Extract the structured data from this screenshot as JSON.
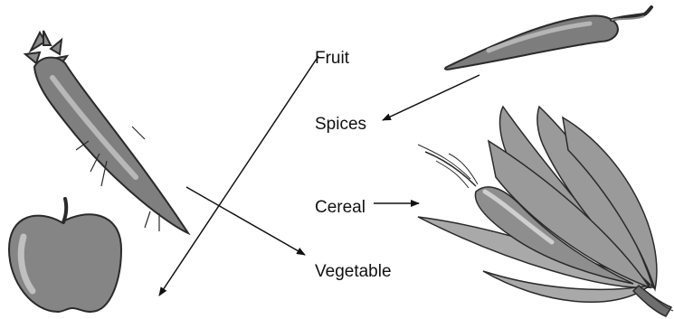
{
  "labels": {
    "fruit": "Fruit",
    "spices": "Spices",
    "cereal": "Cereal",
    "vegetable": "Vegetable"
  },
  "pictures": [
    "carrot",
    "apple",
    "chilli",
    "corn"
  ],
  "colors": {
    "line": "#111111",
    "fill_dark": "#7a7a7a",
    "fill_mid": "#9a9a9a",
    "fill_light": "#c4c4c4",
    "outline": "#2a2a2a"
  }
}
